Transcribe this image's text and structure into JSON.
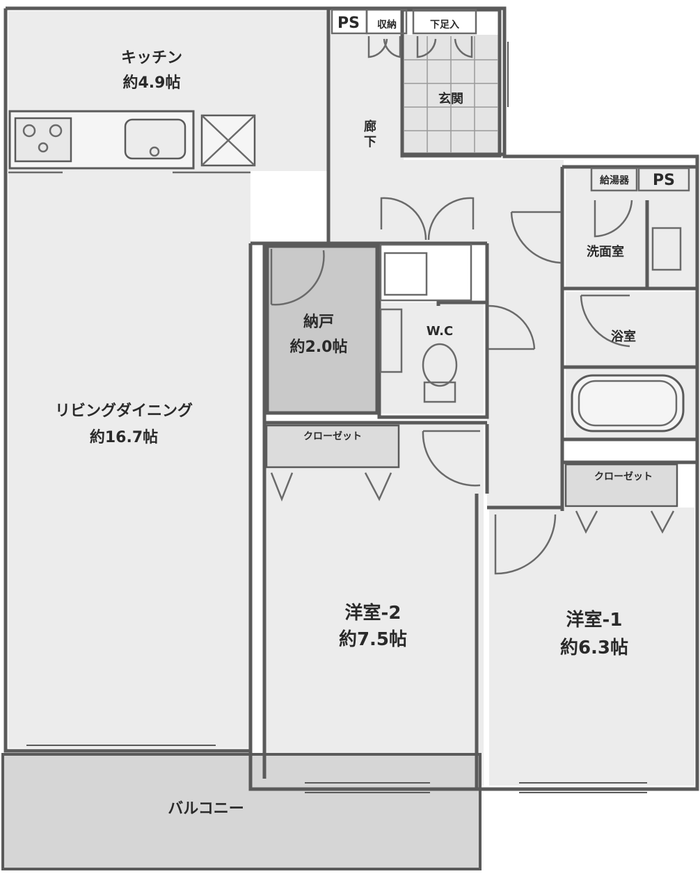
{
  "rooms": {
    "kitchen": {
      "name": "キッチン",
      "area": "約4.9帖"
    },
    "living": {
      "name": "リビングダイニング",
      "area": "約16.7帖"
    },
    "storage_room": {
      "name": "納戸",
      "area": "約2.0帖"
    },
    "bedroom2": {
      "name": "洋室-2",
      "area": "約7.5帖"
    },
    "bedroom1": {
      "name": "洋室-1",
      "area": "約6.3帖"
    },
    "washroom": {
      "name": "洗面室"
    },
    "bathroom": {
      "name": "浴室"
    },
    "toilet": {
      "name": "W.C"
    },
    "entrance": {
      "name": "玄関"
    },
    "hallway": {
      "line1": "廊",
      "line2": "下"
    },
    "balcony": {
      "name": "バルコニー"
    }
  },
  "labels": {
    "ps_top": "PS",
    "ps_right": "PS",
    "storage": "収納",
    "shoe_box": "下足入",
    "water_heater": "給湯器",
    "closet_left": "クローゼット",
    "closet_right": "クローゼット"
  },
  "colors": {
    "wall": "#5a5a5a",
    "floor": "#ececec",
    "storage_room": "#c9c9c9",
    "balcony": "#d6d6d6"
  }
}
